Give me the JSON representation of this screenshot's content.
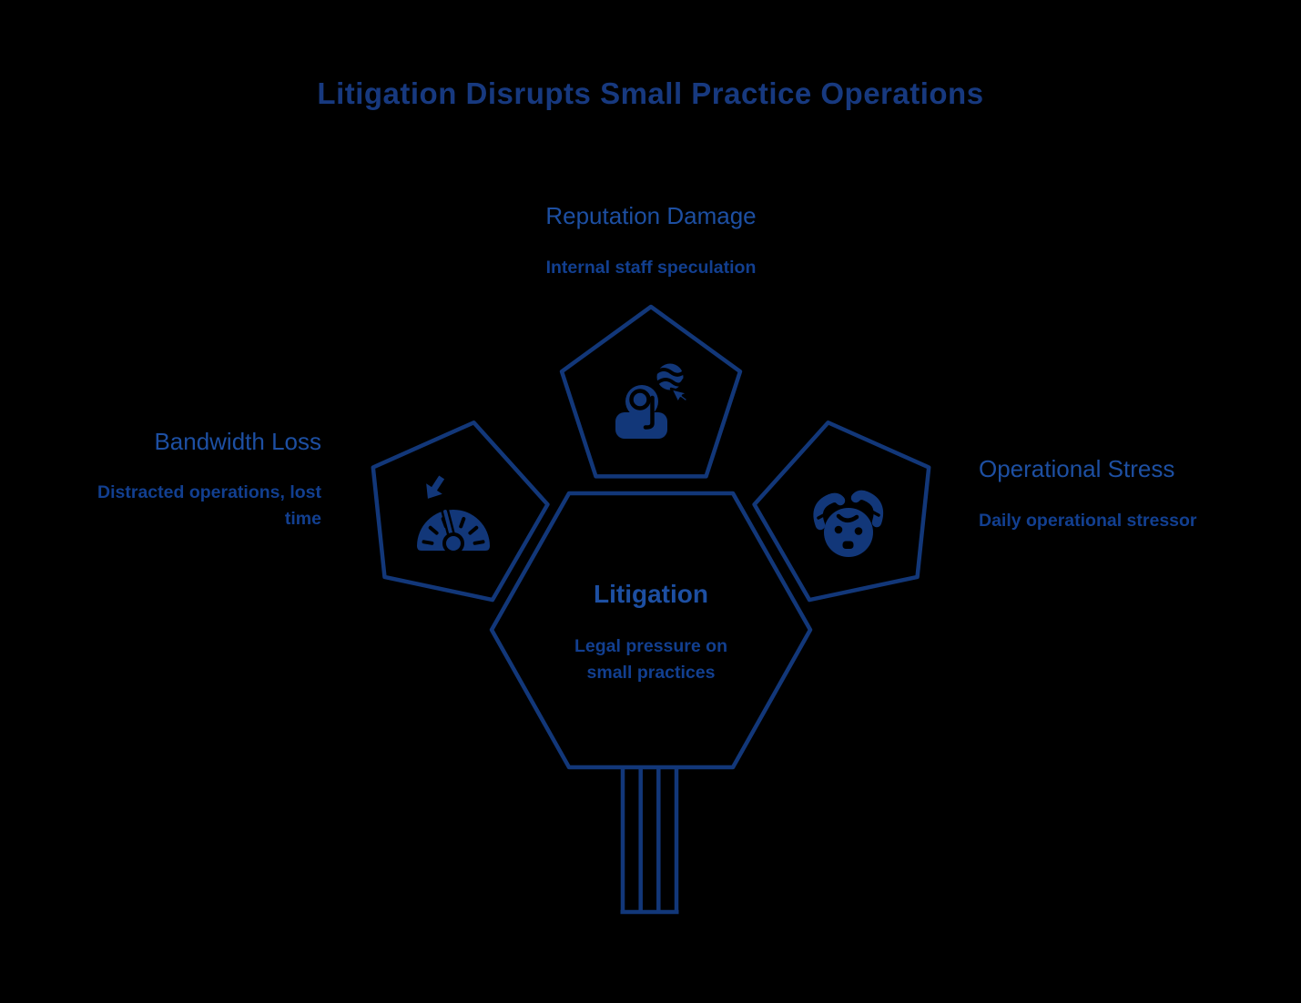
{
  "title": "Litigation Disrupts Small Practice Operations",
  "colors": {
    "bg": "#000000",
    "navy": "#123779",
    "title": "#17397f",
    "heading": "#1d4fa2",
    "subtext": "#123f90"
  },
  "center": {
    "label": "Litigation",
    "description": "Legal pressure on\nsmall practices",
    "shape": "hexagon-outline",
    "icon": "stem-lines"
  },
  "nodes": {
    "reputation": {
      "label": "Reputation Damage",
      "description": "Internal staff speculation",
      "shape": "pentagon-outline",
      "icon": "person-with-cursor-icon"
    },
    "bandwidth": {
      "label": "Bandwidth Loss",
      "description": "Distracted operations, lost\ntime",
      "shape": "pentagon-outline-rotated-left",
      "icon": "speedometer-down-arrow-icon"
    },
    "stress": {
      "label": "Operational Stress",
      "description": "Daily operational stressor",
      "shape": "pentagon-outline-rotated-right",
      "icon": "stressed-face-hands-icon"
    }
  }
}
